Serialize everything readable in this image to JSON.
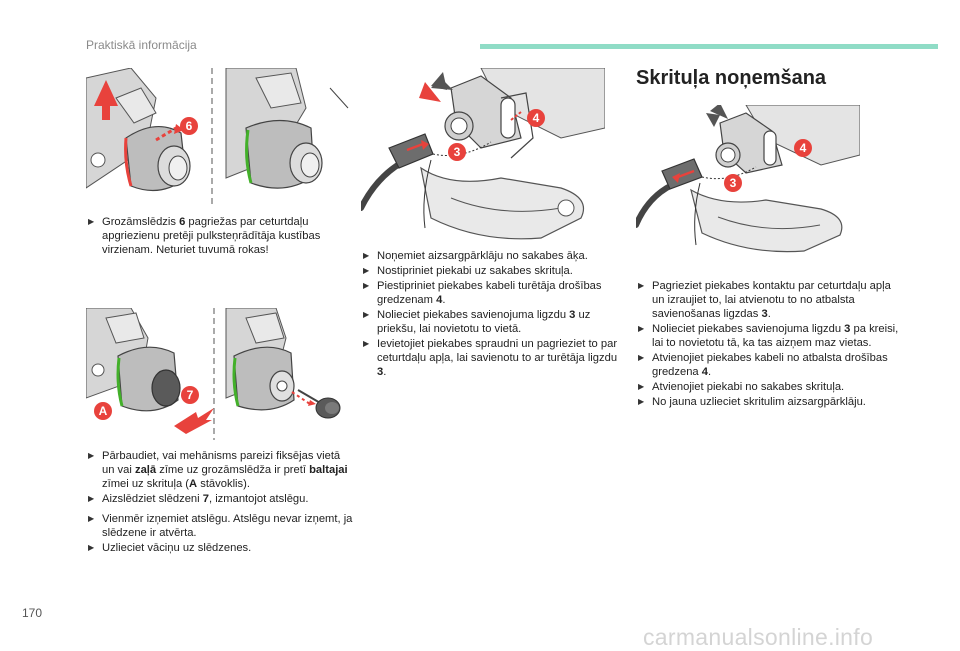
{
  "header": {
    "section": "Praktiskā informācija"
  },
  "page_number": "170",
  "watermark": "carmanualsonline.info",
  "left": {
    "illustration_top": {
      "badges": [
        "6"
      ]
    },
    "text_top": [
      {
        "parts": [
          {
            "t": "Grozāmslēdzis "
          },
          {
            "t": "6",
            "b": true
          },
          {
            "t": " pagriežas par ceturtdaļu apgriezienu pretēji pulksteņrādītāja kustības virzienam. Neturiet tuvumā rokas!"
          }
        ]
      }
    ],
    "illustration_bottom": {
      "badges": [
        "7",
        "A"
      ]
    },
    "text_bottom": [
      {
        "parts": [
          {
            "t": "Pārbaudiet, vai mehānisms pareizi fiksējas vietā un vai "
          },
          {
            "t": "zaļā",
            "b": true
          },
          {
            "t": " zīme uz grozāmslēdža ir pretī "
          },
          {
            "t": "baltajai",
            "b": true
          },
          {
            "t": " zīmei uz skrituļa ("
          },
          {
            "t": "A",
            "b": true
          },
          {
            "t": " stāvoklis)."
          }
        ]
      },
      {
        "parts": [
          {
            "t": "Aizslēdziet slēdzeni "
          },
          {
            "t": "7",
            "b": true
          },
          {
            "t": ", izmantojot atslēgu."
          }
        ]
      },
      {
        "parts": [
          {
            "t": "Vienmēr izņemiet atslēgu. Atslēgu nevar izņemt, ja slēdzene ir atvērta."
          }
        ]
      },
      {
        "parts": [
          {
            "t": "Uzlieciet vāciņu uz slēdzenes."
          }
        ]
      }
    ]
  },
  "middle": {
    "illustration": {
      "badges": [
        "4",
        "3"
      ]
    },
    "text": [
      {
        "parts": [
          {
            "t": "Noņemiet aizsargpārklāju no sakabes āķa."
          }
        ]
      },
      {
        "parts": [
          {
            "t": "Nostipriniet piekabi uz sakabes skrituļa."
          }
        ]
      },
      {
        "parts": [
          {
            "t": "Piestipriniet piekabes kabeli turētāja drošības gredzenam "
          },
          {
            "t": "4",
            "b": true
          },
          {
            "t": "."
          }
        ]
      },
      {
        "parts": [
          {
            "t": "Nolieciet piekabes savienojuma ligzdu "
          },
          {
            "t": "3",
            "b": true
          },
          {
            "t": " uz priekšu, lai novietotu to vietā."
          }
        ]
      },
      {
        "parts": [
          {
            "t": "Ievietojiet piekabes spraudni un pagrieziet to par ceturtdaļu apļa, lai savienotu to ar turētāja ligzdu "
          },
          {
            "t": "3",
            "b": true
          },
          {
            "t": "."
          }
        ]
      }
    ]
  },
  "right": {
    "title": "Skrituļa noņemšana",
    "illustration": {
      "badges": [
        "4",
        "3"
      ]
    },
    "text": [
      {
        "parts": [
          {
            "t": "Pagrieziet piekabes kontaktu par ceturtdaļu apļa un izraujiet to, lai atvienotu to no atbalsta savienošanas ligzdas "
          },
          {
            "t": "3",
            "b": true
          },
          {
            "t": "."
          }
        ]
      },
      {
        "parts": [
          {
            "t": "Nolieciet piekabes savienojuma ligzdu "
          },
          {
            "t": "3",
            "b": true
          },
          {
            "t": " pa kreisi, lai to novietotu tā, ka tas aizņem maz vietas."
          }
        ]
      },
      {
        "parts": [
          {
            "t": "Atvienojiet piekabes kabeli no atbalsta drošības gredzena "
          },
          {
            "t": "4",
            "b": true
          },
          {
            "t": "."
          }
        ]
      },
      {
        "parts": [
          {
            "t": "Atvienojiet piekabi no sakabes skrituļa."
          }
        ]
      },
      {
        "parts": [
          {
            "t": "No jauna uzlieciet skritulim aizsargpārklāju."
          }
        ]
      }
    ]
  },
  "colors": {
    "badge": "#e8423c",
    "accent_bar": "#8fdcc6",
    "green_mark": "#43b02a",
    "red_mark": "#e8423c",
    "metal": "#cfcfcf"
  }
}
